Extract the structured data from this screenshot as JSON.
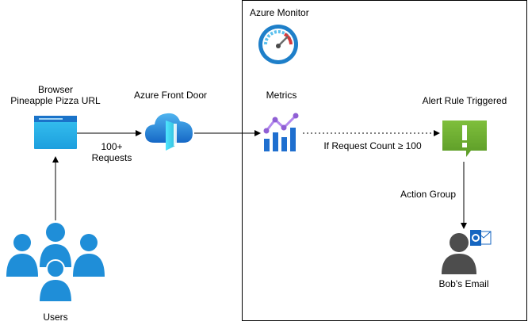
{
  "users": {
    "label": "Users"
  },
  "browser": {
    "label_line1": "Browser",
    "label_line2": "Pineapple Pizza URL"
  },
  "requests": {
    "line1": "100+",
    "line2": "Requests"
  },
  "front_door": {
    "label": "Azure Front Door"
  },
  "monitor": {
    "title": "Azure Monitor"
  },
  "metrics": {
    "label": "Metrics"
  },
  "condition": {
    "label": "If Request Count ≥ 100"
  },
  "alert": {
    "label": "Alert Rule Triggered"
  },
  "action_group": {
    "label": "Action Group"
  },
  "email": {
    "label": "Bob's Email"
  },
  "colors": {
    "azure_blue": "#1f8ed8",
    "alert_green": "#6aa82f",
    "outlook_blue": "#1565c0",
    "user_gray": "#4d4d4d",
    "metrics_purple": "#8f5fd4"
  }
}
